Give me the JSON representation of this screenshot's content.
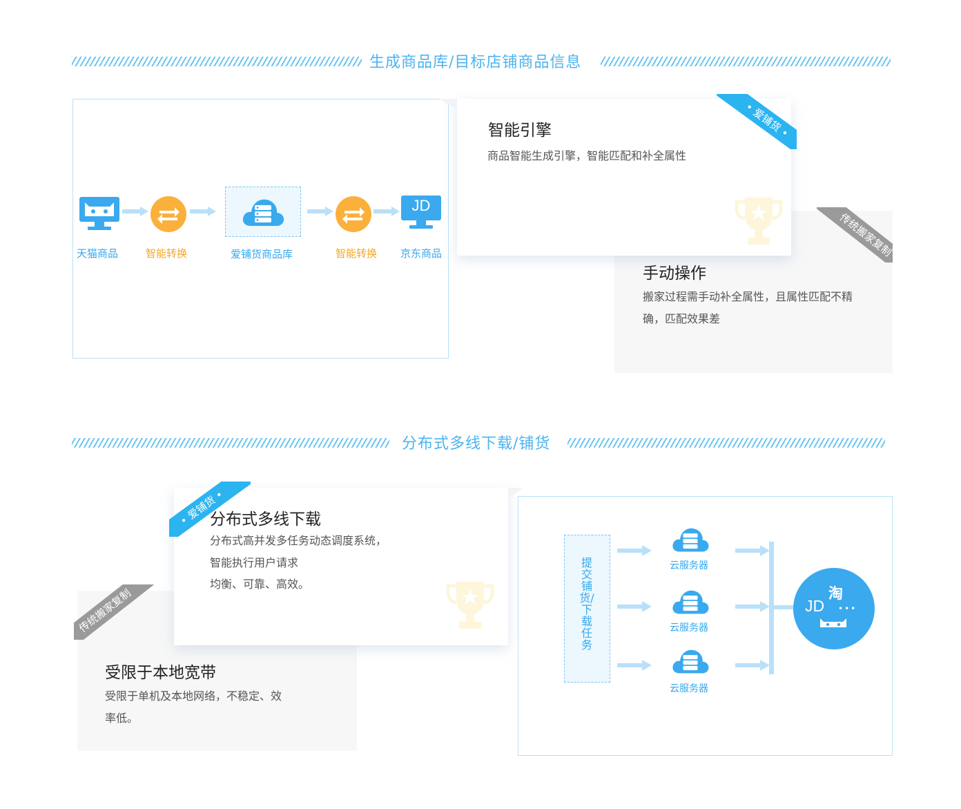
{
  "section1": {
    "title": "生成商品库/目标店铺商品信息",
    "flow": [
      {
        "label": "天猫商品",
        "icon": "tmall-monitor-icon"
      },
      {
        "label": "智能转换",
        "icon": "convert-icon"
      },
      {
        "label": "爱铺货商品库",
        "icon": "cloud-database-icon"
      },
      {
        "label": "智能转换",
        "icon": "convert-icon"
      },
      {
        "label": "京东商品",
        "icon": "jd-monitor-icon"
      }
    ],
    "card_main": {
      "ribbon": "• 爱铺货 •",
      "title": "智能引擎",
      "text": "商品智能生成引擎，智能匹配和补全属性"
    },
    "card_gray": {
      "ribbon": "传统搬家复制",
      "title": "手动操作",
      "text_line1": "搬家过程需手动补全属性，且属性匹配不精",
      "text_line2": "确，匹配效果差"
    },
    "jd_logo": "JD"
  },
  "section2": {
    "title": "分布式多线下载/铺货",
    "card_main": {
      "ribbon": "• 爱铺货 •",
      "title": "分布式多线下载",
      "text_line1": "分布式高并发多任务动态调度系统，",
      "text_line2": "智能执行用户请求",
      "text_line3": "均衡、可靠、高效。"
    },
    "card_gray": {
      "ribbon": "传统搬家复制",
      "title": "受限于本地宽带",
      "text_line1": "受限于单机及本地网络，不稳定、效",
      "text_line2": "率低。"
    },
    "task_box": "提交铺货/下载任务",
    "servers": [
      "云服务器",
      "云服务器",
      "云服务器"
    ],
    "platform": {
      "jd": "JD",
      "taobao": "淘",
      "more": "•••"
    }
  },
  "colors": {
    "accent": "#4cb3ef",
    "orange": "#fbb03b",
    "ribbon_blue": "#2bb4ef",
    "ribbon_gray": "#9a9a9a",
    "arrow": "#b9e0f8"
  }
}
